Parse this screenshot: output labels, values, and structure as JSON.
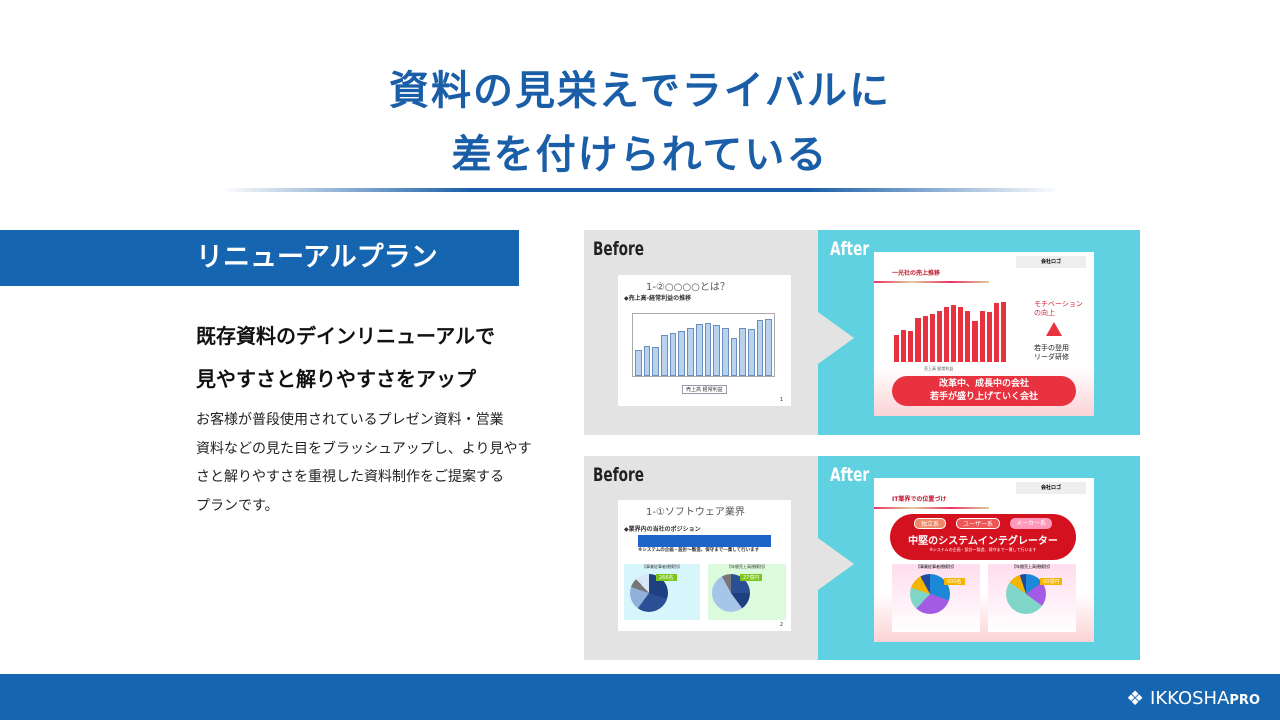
{
  "title": {
    "line1": "資料の見栄えでライバルに",
    "line2": "差を付けられている"
  },
  "plan": {
    "banner": "リニューアルプラン",
    "headline1": "既存資料のデインリニューアルで",
    "headline2": "見やすさと解りやすさをアップ",
    "body": [
      "お客様が普段使用されているプレゼン資料・営業",
      "資料などの見た目をブラッシュアップし、より見やす",
      "さと解りやすさを重視した資料制作をご提案する",
      "プランです。"
    ]
  },
  "examples": [
    {
      "before_label": "Before",
      "after_label": "After",
      "before": {
        "title": "1-②○○○○とは？",
        "subtitle": "◆売上高-経常利益の推移",
        "legend": "売上高  経常利益",
        "page": "1"
      },
      "after": {
        "logo": "会社ロゴ",
        "title": "一光社の売上推移",
        "note1": "モチベーションの向上",
        "note2a": "若手の登用",
        "note2b": "リーダ研修",
        "pill1": "改革中、成長中の会社",
        "pill2": "若手が盛り上げていく会社",
        "legend": "売上高  経常利益"
      },
      "sales": [
        1250,
        1450,
        1400,
        2000,
        2080,
        2180,
        2330,
        2500,
        2580,
        2480,
        2320,
        1850,
        2330,
        2270,
        2700,
        2750
      ]
    },
    {
      "before_label": "Before",
      "after_label": "After",
      "before": {
        "title": "1-①ソフトウェア業界",
        "subtitle": "◆業界内の当社のポジション",
        "note": "※システムの企画・設計～製造、保守まで一貫して行います",
        "chart1": "【事業従事者規模別】",
        "chart2": "【年間売上高規模別】",
        "call1": "266名",
        "call2": "27億円",
        "page": "2"
      },
      "after": {
        "logo": "会社ロゴ",
        "title": "IT業界での位置づけ",
        "tag1": "独立系",
        "tag2": "ユーザー系",
        "tag3": "メーカー系",
        "headline": "中堅のシステムインテグレーター",
        "note": "※システムの企画・設計～製造、保守まで一貫して行います",
        "chart1": "【事業従事者規模別】",
        "chart2": "【年間売上高規模別】",
        "call1": "000名",
        "call2": "00億円"
      }
    }
  ],
  "footer": {
    "brand": "IKKOSHA",
    "brand_suffix": "PRO",
    "logo_icon": "diamond-cluster-icon"
  },
  "colors": {
    "primary": "#1565b0",
    "title": "#1a5ea8",
    "after_bg": "#5fd1e0",
    "accent_red": "#e8323f"
  }
}
